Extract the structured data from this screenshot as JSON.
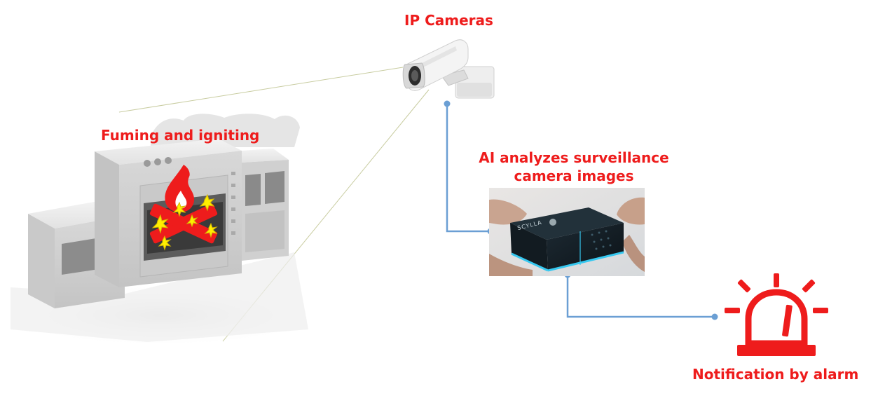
{
  "labels": {
    "camera": "IP Cameras",
    "fire": "Fuming and igniting",
    "ai_line1": "AI analyzes surveillance",
    "ai_line2": "camera images",
    "alarm": "Notification by alarm",
    "device_logo": "SCYLLA"
  },
  "colors": {
    "label_red": "#ee1c1c",
    "connector_blue": "#6b9fd4",
    "view_line": "#c8cca0",
    "alarm_red": "#ee1c1c",
    "device_glow": "#36c8f0"
  },
  "icons": {
    "camera": "cctv-camera-icon",
    "fire": "fire-icon",
    "alarm": "siren-icon",
    "device": "ai-box-device"
  }
}
